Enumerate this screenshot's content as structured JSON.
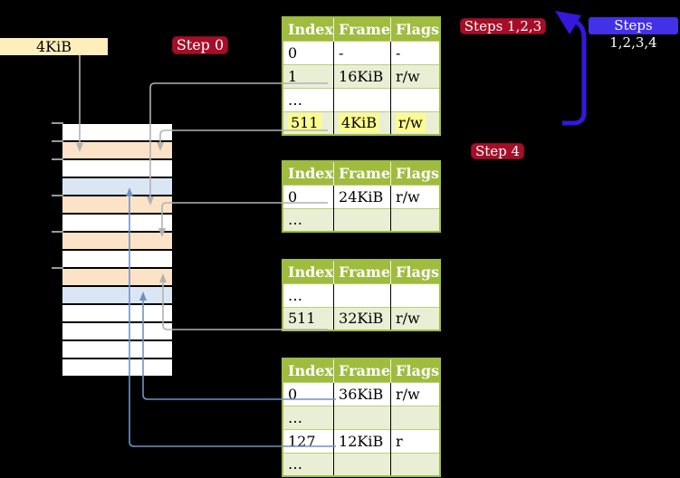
{
  "canvas": {
    "bg": "#000000"
  },
  "colors": {
    "table_header_green": "#9fbc3f",
    "table_row_green": "#e9efd5",
    "frame_peach": "#fce3c7",
    "frame_blue": "#dbe6f5",
    "frame_white": "#ffffff",
    "label_cream": "#fdeebb",
    "step_red": "#a60e28",
    "step_blue": "#4331e8",
    "highlight_yellow": "#fbfb8e",
    "arrow_gray": "#b2b2b2",
    "arrow_blue": "#7191c4",
    "big_arrow_blue": "#3418de"
  },
  "frame_size_label": {
    "text": "4KiB"
  },
  "step_labels": {
    "step0": "Step 0",
    "steps123": "Steps 1,2,3",
    "steps1234": "Steps 1,2,3,4",
    "step4": "Step 4"
  },
  "tables": [
    {
      "headers": [
        "Index",
        "Frame",
        "Flags"
      ],
      "rows": [
        {
          "cells": [
            "0",
            "-",
            "-"
          ],
          "tone": "white"
        },
        {
          "cells": [
            "1",
            "16KiB",
            "r/w"
          ],
          "tone": "green"
        },
        {
          "cells": [
            "…",
            "",
            ""
          ],
          "tone": "white"
        },
        {
          "cells": [
            "511",
            "4KiB",
            "r/w"
          ],
          "tone": "green-hl"
        }
      ]
    },
    {
      "headers": [
        "Index",
        "Frame",
        "Flags"
      ],
      "rows": [
        {
          "cells": [
            "0",
            "24KiB",
            "r/w"
          ],
          "tone": "white"
        },
        {
          "cells": [
            "…",
            "",
            ""
          ],
          "tone": "green"
        }
      ]
    },
    {
      "headers": [
        "Index",
        "Frame",
        "Flags"
      ],
      "rows": [
        {
          "cells": [
            "…",
            "",
            ""
          ],
          "tone": "white"
        },
        {
          "cells": [
            "511",
            "32KiB",
            "r/w"
          ],
          "tone": "green"
        }
      ]
    },
    {
      "headers": [
        "Index",
        "Frame",
        "Flags"
      ],
      "rows": [
        {
          "cells": [
            "0",
            "36KiB",
            "r/w"
          ],
          "tone": "white"
        },
        {
          "cells": [
            "…",
            "",
            ""
          ],
          "tone": "green"
        },
        {
          "cells": [
            "127",
            "12KiB",
            "r"
          ],
          "tone": "white"
        },
        {
          "cells": [
            "…",
            "",
            ""
          ],
          "tone": "green"
        }
      ]
    }
  ],
  "memory_strip": {
    "rows": [
      {
        "color": "white"
      },
      {
        "color": "peach"
      },
      {
        "color": "white"
      },
      {
        "color": "blue"
      },
      {
        "color": "peach"
      },
      {
        "color": "white"
      },
      {
        "color": "peach"
      },
      {
        "color": "white"
      },
      {
        "color": "peach"
      },
      {
        "color": "blue"
      },
      {
        "color": "white"
      },
      {
        "color": "white"
      },
      {
        "color": "white"
      },
      {
        "color": "white"
      }
    ]
  }
}
